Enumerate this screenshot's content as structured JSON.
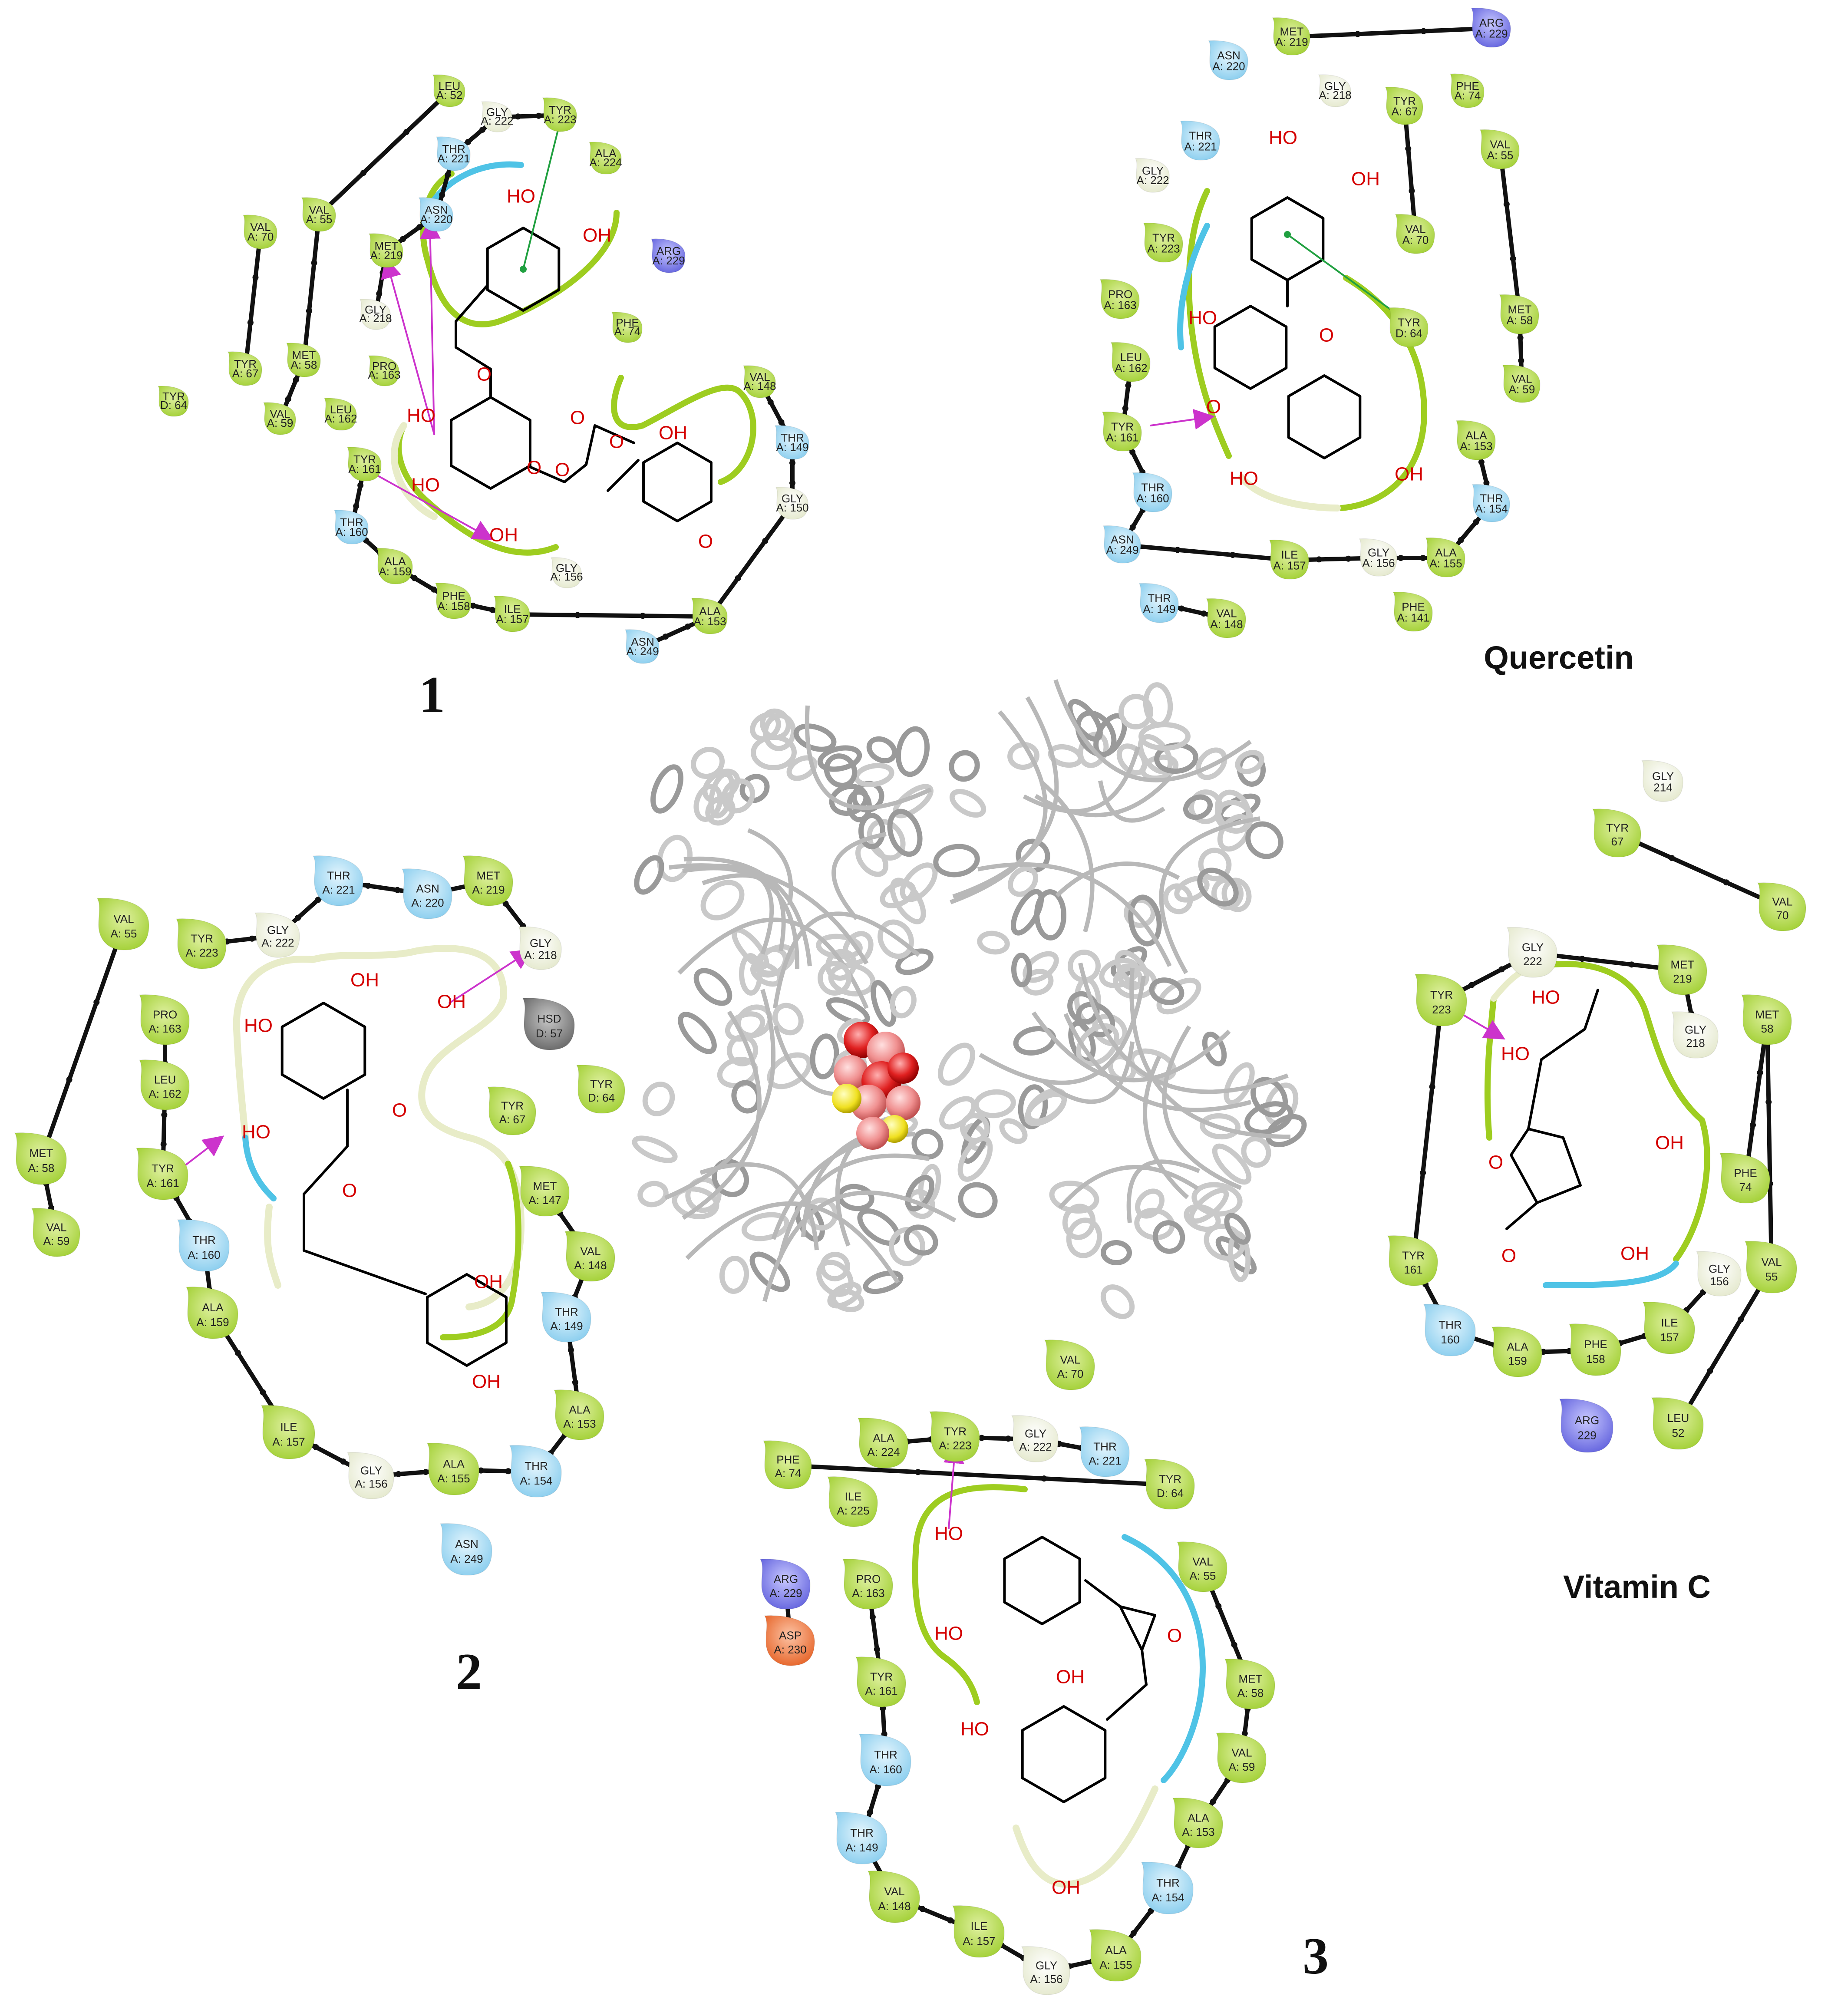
{
  "colors": {
    "hydrophobic": "#b8dc4c",
    "polar": "#a9dcf5",
    "glycine": "#f1f3df",
    "positive": "#8080ee",
    "negative": "#f08048",
    "hsd": "#8c8c8c",
    "pocket_green": "#9ecd20",
    "pocket_cyan": "#4fc3e6",
    "pocket_pale": "#e8ecc8",
    "hbond": "#cc33cc",
    "pistack": "#20a040",
    "backbone": "#111111",
    "oxygen": "#d40000"
  },
  "panels": [
    {
      "id": "panel-1",
      "label": "1",
      "residues": [
        "LEU A: 52",
        "GLY A: 222",
        "TYR A: 223",
        "THR A: 221",
        "ALA A: 224",
        "VAL A: 70",
        "VAL A: 55",
        "ASN A: 220",
        "ARG A: 229",
        "MET A: 219",
        "GLY A: 218",
        "PHE A: 74",
        "TYR A: 67",
        "MET A: 58",
        "PRO A: 163",
        "TYR D: 64",
        "LEU A: 162",
        "VAL A: 59",
        "VAL A: 148",
        "THR A: 149",
        "TYR A: 161",
        "GLY A: 150",
        "THR A: 160",
        "ALA A: 159",
        "GLY A: 156",
        "PHE A: 158",
        "ILE A: 157",
        "ALA A: 153",
        "ASN A: 249"
      ],
      "atoms": [
        "HO",
        "OH",
        "O",
        "HO",
        "O",
        "O",
        "OH",
        "HO",
        "OH",
        "O",
        "O",
        "O"
      ]
    },
    {
      "id": "panel-quercetin",
      "label": "Quercetin",
      "residues": [
        "MET A: 219",
        "ARG A: 229",
        "ASN A: 220",
        "GLY A: 218",
        "PHE A: 74",
        "TYR A: 67",
        "THR A: 221",
        "VAL A: 55",
        "GLY A: 222",
        "VAL A: 70",
        "TYR A: 223",
        "PRO A: 163",
        "TYR D: 64",
        "MET A: 58",
        "LEU A: 162",
        "VAL A: 59",
        "TYR A: 161",
        "ALA A: 153",
        "THR A: 160",
        "THR A: 154",
        "ASN A: 249",
        "ILE A: 157",
        "GLY A: 156",
        "ALA A: 155",
        "THR A: 149",
        "VAL A: 148",
        "PHE A: 141"
      ],
      "atoms": [
        "HO",
        "OH",
        "HO",
        "O",
        "O",
        "HO",
        "OH"
      ]
    },
    {
      "id": "panel-2",
      "label": "2",
      "residues": [
        "THR A: 221",
        "ASN A: 220",
        "MET A: 219",
        "VAL A: 55",
        "TYR A: 223",
        "GLY A: 222",
        "GLY A: 218",
        "PRO A: 163",
        "HSD D: 57",
        "LEU A: 162",
        "TYR D: 64",
        "TYR A: 67",
        "MET A: 58",
        "TYR A: 161",
        "VAL A: 59",
        "MET A: 147",
        "THR A: 160",
        "VAL A: 148",
        "THR A: 149",
        "ALA A: 159",
        "ILE A: 157",
        "ALA A: 153",
        "GLY A: 156",
        "ALA A: 155",
        "THR A: 154",
        "ASN A: 249"
      ],
      "atoms": [
        "OH",
        "HO",
        "OH",
        "O",
        "HO",
        "O",
        "OH",
        "OH"
      ]
    },
    {
      "id": "panel-vitc",
      "label": "Vitamin C",
      "residues": [
        "GLY 214",
        "TYR 67",
        "VAL 70",
        "GLY 222",
        "MET 219",
        "TYR 223",
        "MET 58",
        "GLY 218",
        "PHE 74",
        "VAL 55",
        "TYR 161",
        "GLY 156",
        "THR 160",
        "ALA 159",
        "PHE 158",
        "ILE 157",
        "ARG 229",
        "LEU 52"
      ],
      "atoms": [
        "HO",
        "HO",
        "O",
        "OH",
        "O",
        "OH"
      ]
    },
    {
      "id": "panel-3",
      "label": "3",
      "residues": [
        "VAL A: 70",
        "ALA A: 224",
        "TYR A: 223",
        "GLY A: 222",
        "THR A: 221",
        "PHE A: 74",
        "TYR D: 64",
        "ILE A: 225",
        "VAL A: 55",
        "ARG A: 229",
        "PRO A: 163",
        "ASP A: 230",
        "MET A: 58",
        "TYR A: 161",
        "VAL A: 59",
        "THR A: 160",
        "ALA A: 153",
        "THR A: 149",
        "THR A: 154",
        "VAL A: 148",
        "ILE A: 157",
        "ALA A: 155",
        "GLY A: 156"
      ],
      "atoms": [
        "HO",
        "HO",
        "O",
        "OH",
        "HO",
        "OH"
      ]
    }
  ]
}
